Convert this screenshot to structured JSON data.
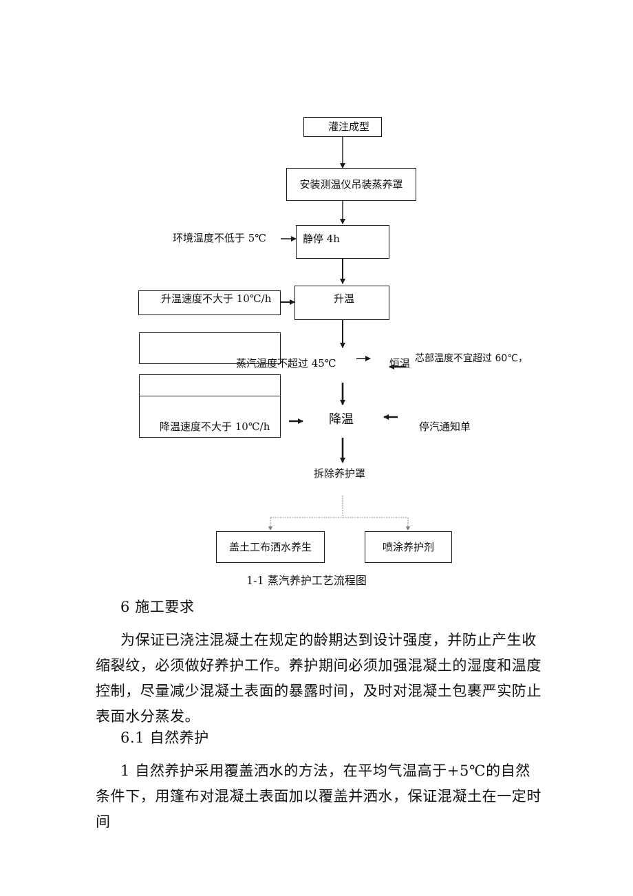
{
  "flowchart": {
    "casting": "灌注成型",
    "install": "安装测温仪吊装蒸养罩",
    "ambient": "环境温度不低于 5℃",
    "rest": "静停 4h",
    "heat_rate": "升温速度不大于 10℃/h",
    "heat": "升温",
    "steam_temp": "蒸汽温度不超过 45℃",
    "constant": "恒温",
    "core_temp": "芯部温度不宜超过 60℃，",
    "cool_rate": "降温速度不大于 10℃/h",
    "cool": "降温",
    "stop_notice": "停汽通知单",
    "remove": "拆除养护罩",
    "cover": "盖土工布洒水养生",
    "spray": "喷涂养护剂",
    "caption": "1-1 蒸汽养护工艺流程图"
  },
  "text": {
    "section6": "6 施工要求",
    "p1": "为保证已浇注混凝土在规定的龄期达到设计强度，并防止产生收缩裂纹，必须做好养护工作。养护期间必须加强混凝土的湿度和温度控制，尽量减少混凝土表面的暴露时间，及时对混凝土包裹严实防止表面水分蒸发。",
    "section61": "6.1 自然养护",
    "p2": "1 自然养护采用覆盖洒水的方法，在平均气温高于+5℃的自然条件下，用篷布对混凝土表面加以覆盖并洒水，保证混凝土在一定时间"
  }
}
